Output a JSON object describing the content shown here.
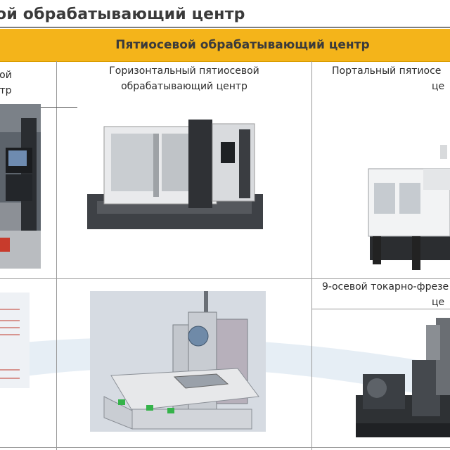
{
  "page": {
    "title": "ой обрабатывающий центр",
    "header": "Пятиосевой обрабатывающий центр"
  },
  "cells": {
    "left_caption_line1": "ой",
    "left_caption_line2": "тр",
    "horizontal_caption_line1": "Горизонтальный пятиосевой",
    "horizontal_caption_line2": "обрабатывающий центр",
    "portal_caption_line1": "Портальный пятиосе",
    "portal_caption_line2": "це",
    "nine_axis_caption_line1": "9-осевой токарно-фрезе",
    "nine_axis_caption_line2": "це"
  },
  "colors": {
    "header_bg": "#f4b41a",
    "rule": "#7f7f7f",
    "grid": "#9a9a9a"
  },
  "icons": {
    "machine_images": [
      "vertical-machine-photo",
      "horizontal-machine-photo",
      "portal-machine-photo",
      "diagram-labels-photo",
      "cad-machine-render",
      "nine-axis-machine-photo"
    ]
  }
}
